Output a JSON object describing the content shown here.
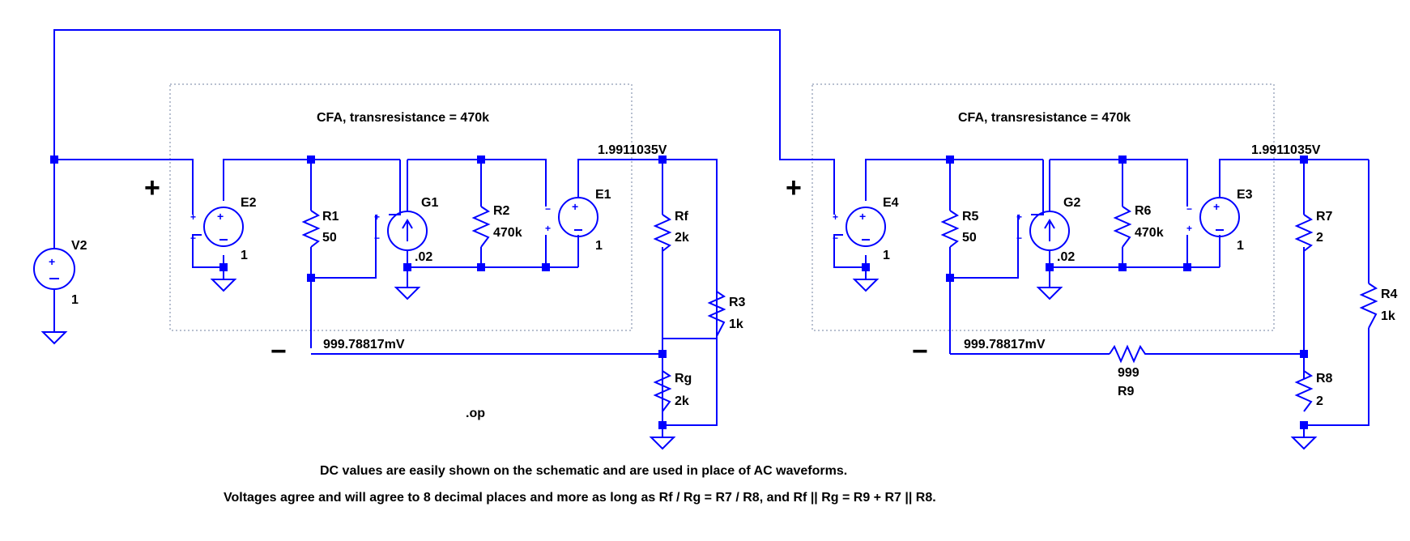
{
  "schematic": {
    "left": {
      "title": "CFA, transresistance = 470k",
      "plus": "+",
      "minus": "−",
      "out_voltage": "1.9911035V",
      "inv_voltage": "999.78817mV",
      "directive": ".op",
      "V2": {
        "name": "V2",
        "value": "1"
      },
      "E2": {
        "name": "E2",
        "value": "1"
      },
      "R1": {
        "name": "R1",
        "value": "50"
      },
      "G1": {
        "name": "G1",
        "value": ".02"
      },
      "R2": {
        "name": "R2",
        "value": "470k"
      },
      "E1": {
        "name": "E1",
        "value": "1"
      },
      "Rf": {
        "name": "Rf",
        "value": "2k"
      },
      "R3": {
        "name": "R3",
        "value": "1k"
      },
      "Rg": {
        "name": "Rg",
        "value": "2k"
      }
    },
    "right": {
      "title": "CFA, transresistance = 470k",
      "plus": "+",
      "minus": "−",
      "out_voltage": "1.9911035V",
      "inv_voltage": "999.78817mV",
      "E4": {
        "name": "E4",
        "value": "1"
      },
      "R5": {
        "name": "R5",
        "value": "50"
      },
      "G2": {
        "name": "G2",
        "value": ".02"
      },
      "R6": {
        "name": "R6",
        "value": "470k"
      },
      "E3": {
        "name": "E3",
        "value": "1"
      },
      "R7": {
        "name": "R7",
        "value": "2"
      },
      "R4": {
        "name": "R4",
        "value": "1k"
      },
      "R8": {
        "name": "R8",
        "value": "2"
      },
      "R9": {
        "name": "R9",
        "value": "999"
      }
    },
    "notes": {
      "line1": "DC values are easily shown on the schematic and are used in place of AC waveforms.",
      "line2": "Voltages agree and will agree to 8 decimal places and more as long as Rf / Rg = R7 / R8, and Rf || Rg = R9 + R7 || R8."
    },
    "colors": {
      "wire": "#0000ff",
      "symbol": "#0000ff",
      "frame": "#8080a0",
      "text": "#000000"
    }
  }
}
